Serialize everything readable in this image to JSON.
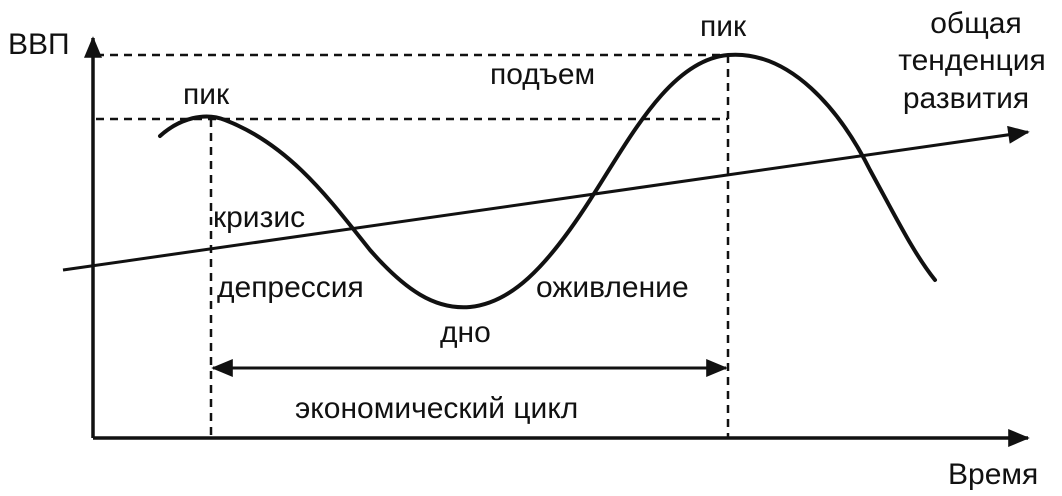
{
  "axes": {
    "y_label": "ВВП",
    "x_label": "Время"
  },
  "labels": {
    "peak_left": "пик",
    "peak_right": "пик",
    "rise": "подъем",
    "crisis": "кризис",
    "depression": "депрессия",
    "trough": "дно",
    "recovery": "оживление",
    "cycle": "экономический цикл",
    "trend_line1": "общая",
    "trend_line2": "тенденция",
    "trend_line3": "развития"
  },
  "colors": {
    "ink": "#111111",
    "background": "#ffffff"
  }
}
